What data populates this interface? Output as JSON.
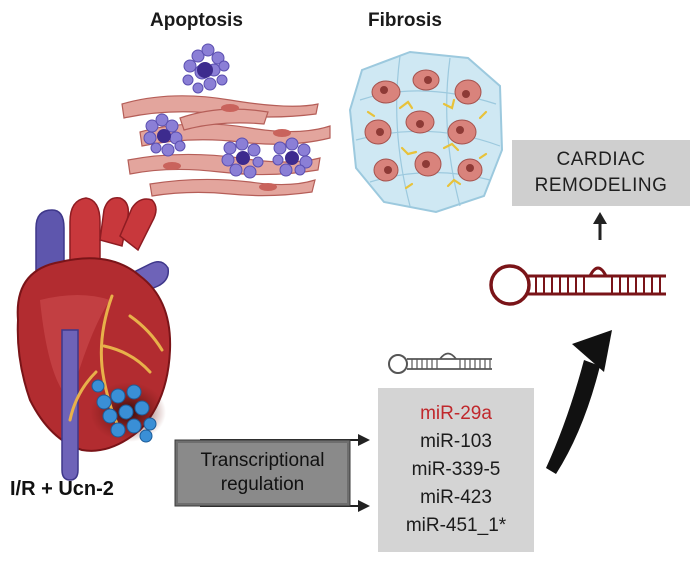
{
  "titles": {
    "apoptosis": "Apoptosis",
    "fibrosis": "Fibrosis"
  },
  "outcome": {
    "line1": "CARDIAC",
    "line2": "REMODELING"
  },
  "treatment": "I/R + Ucn-2",
  "process": {
    "line1": "Transcriptional",
    "line2": "regulation"
  },
  "mirnas": [
    {
      "label": "miR-29a",
      "color": "#c0282c"
    },
    {
      "label": "miR-103",
      "color": "#1c1c1c"
    },
    {
      "label": "miR-339-5",
      "color": "#1c1c1c"
    },
    {
      "label": "miR-423",
      "color": "#1c1c1c"
    },
    {
      "label": "miR-451_1*",
      "color": "#1c1c1c"
    }
  ],
  "colors": {
    "hairpin_large": "#7a1418",
    "hairpin_small": "#555555",
    "cell_pink": "#d9837c",
    "apoptotic_purple": "#7b6cc7",
    "fibrosis_blue": "#a9d3e8",
    "collagen_yellow": "#e8c23a",
    "heart_red": "#a8242b",
    "vessel_blue": "#6e63b8",
    "infarct_blue": "#3a8fd6"
  }
}
